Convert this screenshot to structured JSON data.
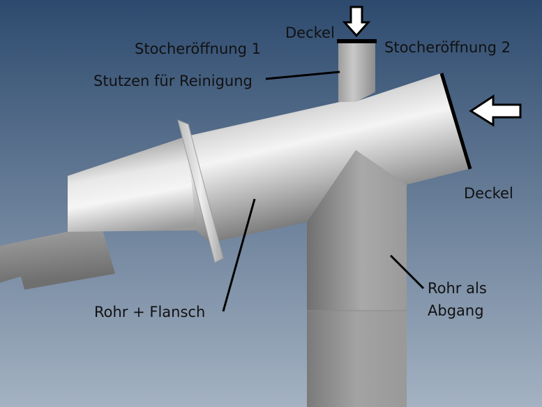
{
  "labels": {
    "cover_top": "Deckel",
    "poke_hole_1": "Stocheröffnung 1",
    "poke_hole_2": "Stocheröffnung 2",
    "cleaning_nozzle": "Stutzen für Reinigung",
    "cover_right": "Deckel",
    "pipe_flange": "Rohr + Flansch",
    "outlet_pipe_line1": "Rohr als",
    "outlet_pipe_line2": "Abgang"
  },
  "colors": {
    "background_top": "#2d4a6e",
    "background_bottom": "#a4b2c2",
    "metal_light": "#f2f2f2",
    "metal_mid": "#b5b5b5",
    "metal_dark": "#7c7c7c",
    "outlet_light": "#a9a9a9",
    "outlet_dark": "#707070",
    "line": "#000000",
    "arrow_fill": "#ffffff"
  }
}
